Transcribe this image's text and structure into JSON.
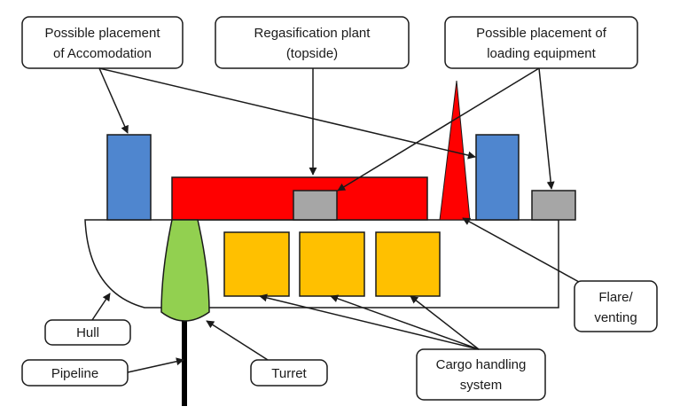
{
  "labels": {
    "accommodation": [
      "Possible placement",
      "of Accomodation"
    ],
    "regas": [
      "Regasification plant",
      "(topside)"
    ],
    "loading": [
      "Possible placement of",
      "loading equipment"
    ],
    "flare": [
      "Flare/",
      "venting"
    ],
    "hull": "Hull",
    "pipeline": "Pipeline",
    "turret": "Turret",
    "cargo": [
      "Cargo handling",
      "system"
    ]
  },
  "colors": {
    "accommodation": "#4f86cf",
    "regas": "#ff0000",
    "loading": "#a6a6a6",
    "flare": "#ff0000",
    "turret": "#92d050",
    "cargo": "#ffc000",
    "hull": "#ffffff",
    "pipeline": "#000000",
    "stroke": "#1a1a1a"
  }
}
